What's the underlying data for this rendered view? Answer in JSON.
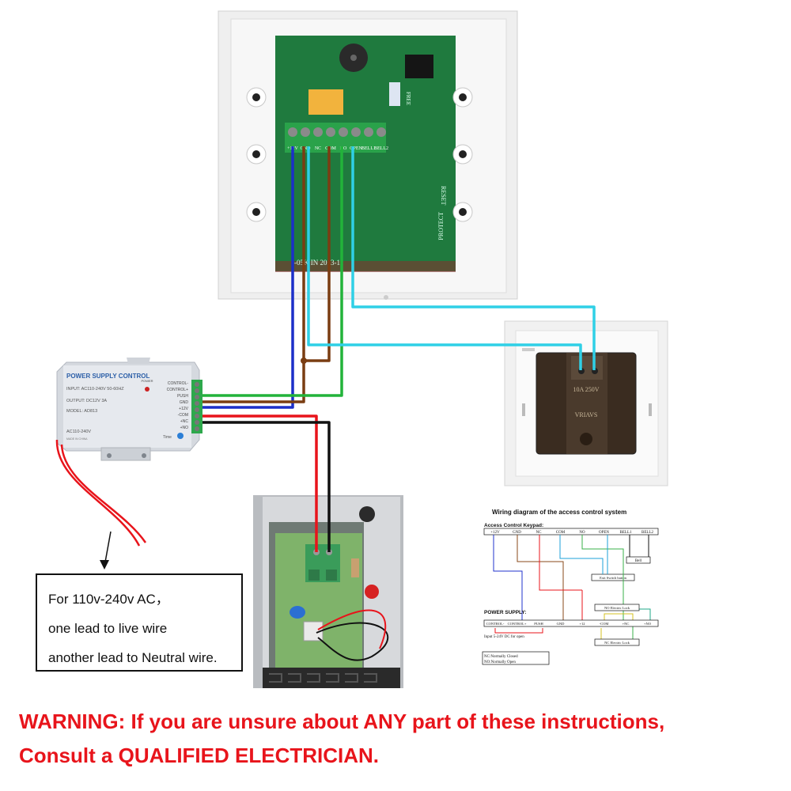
{
  "keypad": {
    "terminals": [
      "+12V",
      "GND",
      "NC",
      "COM",
      "NO",
      "OPEN",
      "BELL1",
      "BELL2"
    ],
    "pcb_marks": {
      "reset": "RESET",
      "protect": "PROTECT",
      "free": "FREE",
      "date": "-05K   IN  2013-11"
    }
  },
  "psu": {
    "title": "POWER SUPPLY CONTROL",
    "power_label": "POWER",
    "input": "INPUT: AC110-240V  50-60HZ",
    "output": "OUTPUT: DC12V  3A",
    "model": "MODEL: AD813",
    "ac": "AC110-240V",
    "made": "MADE IN CHINA",
    "time": "Time",
    "terminals": [
      "CONTROL-",
      "CONTROL+",
      "PUSH",
      "GND",
      "+12V",
      "-COM",
      "+NC",
      "+NO"
    ]
  },
  "switch": {
    "rating": "10A 250V",
    "brand": "VRIAVS"
  },
  "note": {
    "lines": [
      "For 110v-240v AC，",
      "one lead to live wire",
      "another lead to Neutral wire."
    ]
  },
  "wiring": {
    "title": "Wiring diagram of the access control system",
    "keypad_label": "Access Control Keypad:",
    "keypad_terminals": [
      "+12V",
      "GND",
      "NC",
      "COM",
      "NO",
      "OPEN",
      "BELL1",
      "BELL2"
    ],
    "bell": "Bell",
    "exit_button": "Exit Switch button",
    "ps_label": "POWER SUPPLY:",
    "ps_terminals": [
      "CONTROL-",
      "CONTROL+",
      "PUSH",
      "GND",
      "+12",
      "-COM",
      "+NC",
      "+NO"
    ],
    "nc_lock": "NO Electric Lock",
    "nc_lock2": "NC Electric Lock",
    "input_note": "Input 5-24V DC for open",
    "legend": [
      "NC:Normally Closed",
      "NO:Normally Open"
    ]
  },
  "warning": {
    "line1": "WARNING: If you are unsure about ANY part of these instructions,",
    "line2": "Consult a QUALIFIED ELECTRICIAN."
  },
  "colors": {
    "red": "#e8141b",
    "blue": "#1b2fc9",
    "brown": "#7a3d12",
    "green": "#22b33a",
    "cyan": "#2fd0e6",
    "black": "#111111",
    "pcb": "#1f7a3e"
  }
}
